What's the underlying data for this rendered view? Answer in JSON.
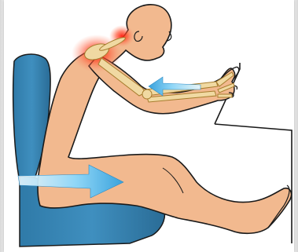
{
  "illustration": {
    "subject": "seated-posture-reaching-forward",
    "icons": [
      "chair",
      "desk",
      "person",
      "shoulder-pain-highlight",
      "arm-skeleton",
      "push-back-arrow",
      "slide-forward-arrow"
    ],
    "colors": {
      "background": "#ffffff",
      "skin": "#f2b98f",
      "outline": "#1a1a1a",
      "chair": "#3a86b4",
      "chair_dark": "#256791",
      "pain": "#ff2a1a",
      "bone": "#f0d9a2",
      "arrow_light": "#cfeefe",
      "arrow_mid": "#79cbf3",
      "arrow_dark": "#3a9fd9"
    }
  }
}
